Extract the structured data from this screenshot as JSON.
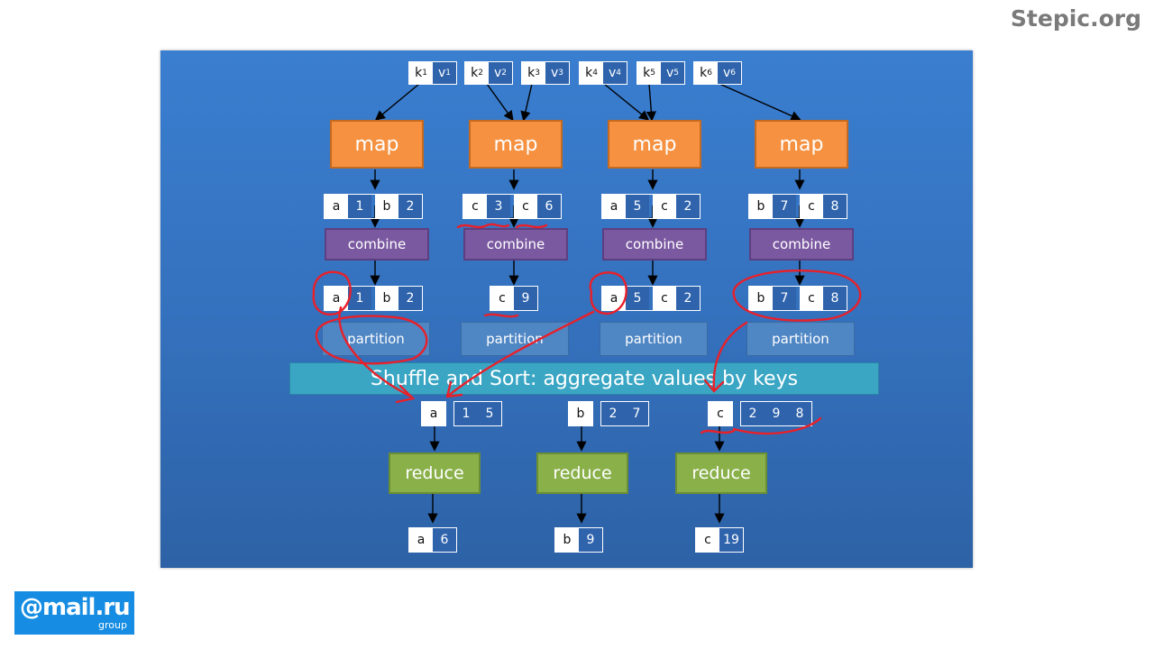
{
  "brand": "Stepic.org",
  "logo": {
    "main": "@mail.ru",
    "sub": "group"
  },
  "inputs": [
    {
      "k": "k",
      "ki": "1",
      "v": "v",
      "vi": "1"
    },
    {
      "k": "k",
      "ki": "2",
      "v": "v",
      "vi": "2"
    },
    {
      "k": "k",
      "ki": "3",
      "v": "v",
      "vi": "3"
    },
    {
      "k": "k",
      "ki": "4",
      "v": "v",
      "vi": "4"
    },
    {
      "k": "k",
      "ki": "5",
      "v": "v",
      "vi": "5"
    },
    {
      "k": "k",
      "ki": "6",
      "v": "v",
      "vi": "6"
    }
  ],
  "labels": {
    "map": "map",
    "combine": "combine",
    "partition": "partition",
    "shuffle": "Shuffle and Sort: aggregate values by keys",
    "reduce": "reduce"
  },
  "map_outputs": [
    [
      [
        "a",
        "1"
      ],
      [
        "b",
        "2"
      ]
    ],
    [
      [
        "c",
        "3"
      ],
      [
        "c",
        "6"
      ]
    ],
    [
      [
        "a",
        "5"
      ],
      [
        "c",
        "2"
      ]
    ],
    [
      [
        "b",
        "7"
      ],
      [
        "c",
        "8"
      ]
    ]
  ],
  "combine_outputs": [
    [
      [
        "a",
        "1"
      ],
      [
        "b",
        "2"
      ]
    ],
    [
      [
        "c",
        "9"
      ]
    ],
    [
      [
        "a",
        "5"
      ],
      [
        "c",
        "2"
      ]
    ],
    [
      [
        "b",
        "7"
      ],
      [
        "c",
        "8"
      ]
    ]
  ],
  "grouped": [
    {
      "key": "a",
      "values": [
        "1",
        "5"
      ]
    },
    {
      "key": "b",
      "values": [
        "2",
        "7"
      ]
    },
    {
      "key": "c",
      "values": [
        "2",
        "9",
        "8"
      ]
    }
  ],
  "results": [
    {
      "key": "a",
      "value": "6"
    },
    {
      "key": "b",
      "value": "9"
    },
    {
      "key": "c",
      "value": "19"
    }
  ],
  "colors": {
    "annotation": "#e8202a",
    "map": "#f59140",
    "combine": "#7b59a1",
    "reduce": "#8ab04a",
    "shuffle": "#3aa6c4"
  }
}
